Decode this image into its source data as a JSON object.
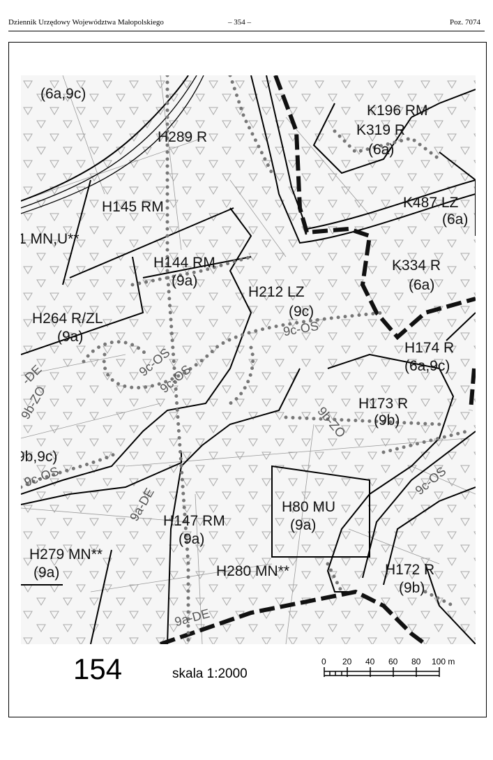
{
  "header": {
    "left": "Dziennik Urzędowy Województwa Małopolskiego",
    "center": "– 354 –",
    "right": "Poz. 7074"
  },
  "map": {
    "labels": {
      "l01": "(6a,9c)",
      "l02": "H289 R",
      "l03": "K196 RM",
      "l04": "K319 R",
      "l05": "(6a)",
      "l06": "K487 LZ",
      "l07": "(6a)",
      "l08": "H145 RM",
      "l09": "1 MN,U**",
      "l10": "H144 RM",
      "l11": "(9a)",
      "l12": "K334 R",
      "l13": "(6a)",
      "l14": "H212 LZ",
      "l15": "(9c)",
      "l16": "H264 R/ZL",
      "l17": "(9a)",
      "l18": "H174 R",
      "l19": "(6a,9c)",
      "l20": "H173 R",
      "l21": "(9b)",
      "l22": "9b,9c)",
      "l23": "H80 MU",
      "l24": "(9a)",
      "l25": "H147 RM",
      "l26": "(9a)",
      "l27": "H279 MN**",
      "l28": "(9a)",
      "l29": "H280 MN**",
      "l30": "H172 R",
      "l31": "(9b)"
    },
    "zone_labels": {
      "z01": "9c-OS",
      "z02": "9c-OS",
      "z03": "9c-OS",
      "z04": "9b-ZO",
      "z05": "9c-OS",
      "z06": "9a-DE",
      "z07": "9a-DE",
      "z08": "9b-ZO",
      "z09": "9c-OS",
      "z10": "-DE"
    }
  },
  "footer": {
    "sheet_number": "154",
    "scale_label": "skala 1:2000",
    "scale_ticks": [
      "0",
      "20",
      "40",
      "60",
      "80",
      "100 m"
    ]
  }
}
